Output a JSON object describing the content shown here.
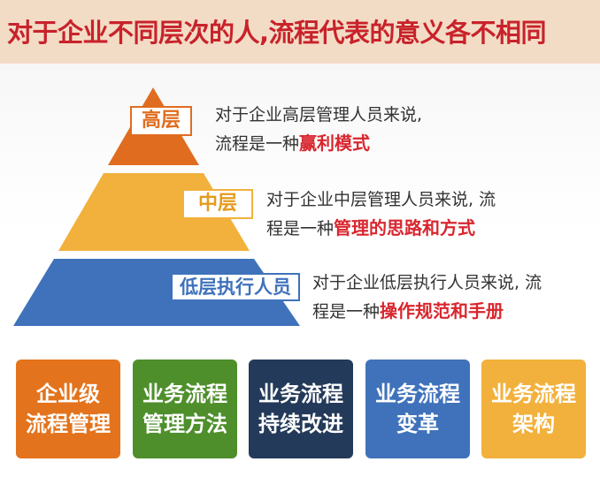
{
  "title": "对于企业不同层次的人,流程代表的意义各不相同",
  "colors": {
    "title": "#c8222b",
    "header_bg": "#f3dcc6",
    "highlight": "#d9262e",
    "tier_top": "#e06d1f",
    "tier_mid": "#f2b13c",
    "tier_bottom": "#3f72bb"
  },
  "pyramid": {
    "tiers": [
      {
        "label": "高层",
        "desc_line1": "对于企业高层管理人员来说,",
        "desc_line2_prefix": "流程是一种",
        "desc_highlight": "赢利模式"
      },
      {
        "label": "中层",
        "desc_line1": "对于企业中层管理人员来说, 流",
        "desc_line2_prefix": "程是一种",
        "desc_highlight": "管理的思路和方式"
      },
      {
        "label": "低层执行人员",
        "desc_line1": "对于企业低层执行人员来说, 流",
        "desc_line2_prefix": "程是一种",
        "desc_highlight": "操作规范和手册"
      }
    ]
  },
  "cards": [
    {
      "line1": "企业级",
      "line2": "流程管理",
      "color": "#e3731c"
    },
    {
      "line1": "业务流程",
      "line2": "管理方法",
      "color": "#4e8f2b"
    },
    {
      "line1": "业务流程",
      "line2": "持续改进",
      "color": "#243a5a"
    },
    {
      "line1": "业务流程",
      "line2": "变革",
      "color": "#3f72bb"
    },
    {
      "line1": "业务流程",
      "line2": "架构",
      "color": "#f2b13c"
    }
  ]
}
